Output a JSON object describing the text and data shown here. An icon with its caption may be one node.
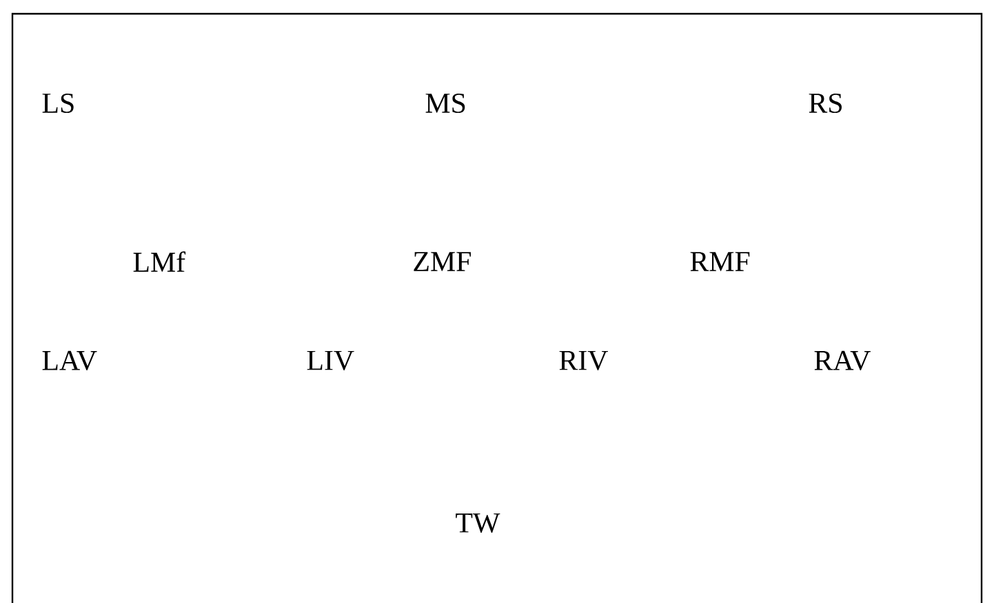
{
  "diagram": {
    "labels": [
      "LS",
      "MS",
      "RS",
      "LMf",
      "ZMF",
      "RMF",
      "LAV",
      "LIV",
      "RIV",
      "RAV",
      "TW"
    ]
  }
}
